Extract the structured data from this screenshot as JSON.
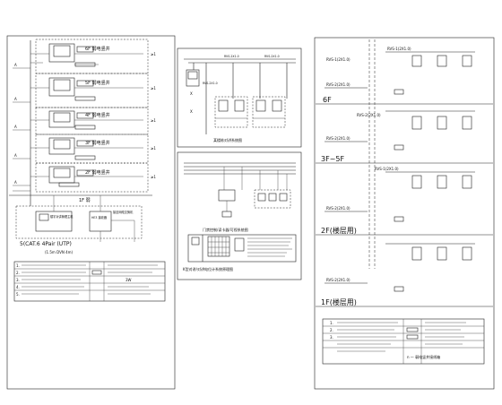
{
  "left_panel": {
    "floors": [
      {
        "label": "6F 弱电竖井"
      },
      {
        "label": "5F 弱电竖井"
      },
      {
        "label": "4F 弱电竖井"
      },
      {
        "label": "3F 弱电竖井"
      },
      {
        "label": "2F 弱电竖井"
      }
    ],
    "first_floor_label": "1F 弱",
    "side_note": "接至网络交换机",
    "equipment_1": "楼宇对讲管理主机",
    "equipment_2": "HE3 接收器",
    "cable_spec": "5(CAT.6 4Pair (UTP)",
    "cable_sub": "(1.5m DVN 4m)",
    "legend_items": [
      "1.",
      "2.",
      "3.",
      "4.",
      "5."
    ],
    "legend_symbols": [
      "3W"
    ]
  },
  "middle_top": {
    "labels": [
      "RVS-2X1.0",
      "RVS-2X1.0",
      "RVS-2X1.0"
    ],
    "caption": "某楼栋对讲系统图"
  },
  "middle_bottom": {
    "caption_1": "门禁控制/读卡器/可视系统图",
    "caption_2": "K型对讲/对讲电位计系统原理图"
  },
  "right_panel": {
    "floor_labels": [
      "6F",
      "3F~5F",
      "2F(楼层用)",
      "1F(楼层用)"
    ],
    "cable_labels": [
      "RVS-1(2X1.0)",
      "RVS-1(2X1.0)",
      "RVS-2(2X1.0)",
      "RVS-1(2X1.0)",
      "RVS-2(2X1.0)",
      "RVS-2(2X1.0)"
    ],
    "notes": [
      "1.",
      "2.",
      "3."
    ],
    "legend_right": [
      "n — 弱电竖井接线箱"
    ]
  }
}
